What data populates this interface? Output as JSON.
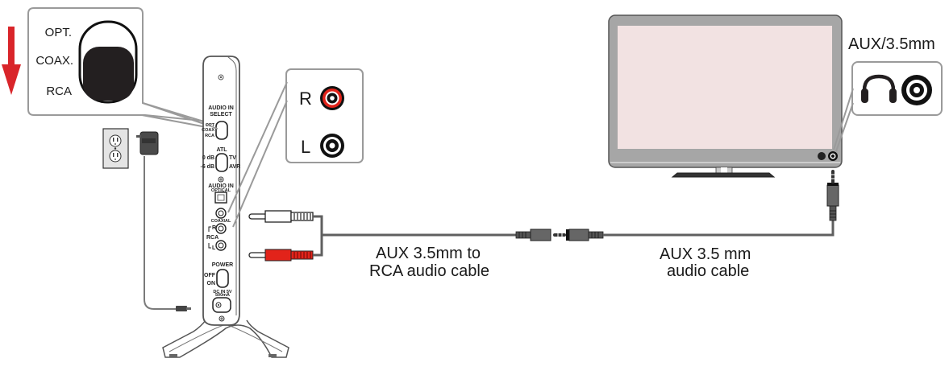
{
  "diagram": {
    "title": "Receiver to TV connection via AUX 3.5mm and RCA",
    "colors": {
      "arrow_red": "#d9252a",
      "rca_red": "#e2231a",
      "cable_gray": "#5f5f5f",
      "tv_frame": "#a6a6a6",
      "tv_screen": "#f2e2e2",
      "outline": "#555555"
    },
    "switch_callout": {
      "options": [
        "OPT.",
        "COAX.",
        "RCA"
      ],
      "selected": "RCA",
      "arrow_direction": "down"
    },
    "rca_callout": {
      "right_label": "R",
      "left_label": "L"
    },
    "tv_callout": {
      "label": "AUX/3.5mm",
      "icons": [
        "headphones-icon",
        "audio-jack-icon"
      ]
    },
    "receiver_panel": {
      "audio_in_select": "AUDIO IN",
      "select": "SELECT",
      "opt": "OPT",
      "coax": "COAX",
      "rca": "RCA",
      "atl": "ATL",
      "db0": "0 dB",
      "db_neg": "-6 dB",
      "tv": "TV",
      "avr": "AVR",
      "audio_in": "AUDIO IN",
      "optical": "OPTICAL",
      "coaxial": "COAXIAL",
      "rca_group": "RCA",
      "r": "R",
      "l": "L",
      "power": "POWER",
      "off": "OFF",
      "on": "ON",
      "dc_in": "DC IN 5V",
      "dc_current": "500mA"
    },
    "cables": [
      {
        "id": "rca-cable",
        "label_line1": "AUX 3.5mm to",
        "label_line2": "RCA audio cable"
      },
      {
        "id": "aux-cable",
        "label_line1": "AUX 3.5 mm",
        "label_line2": "audio cable"
      }
    ]
  }
}
